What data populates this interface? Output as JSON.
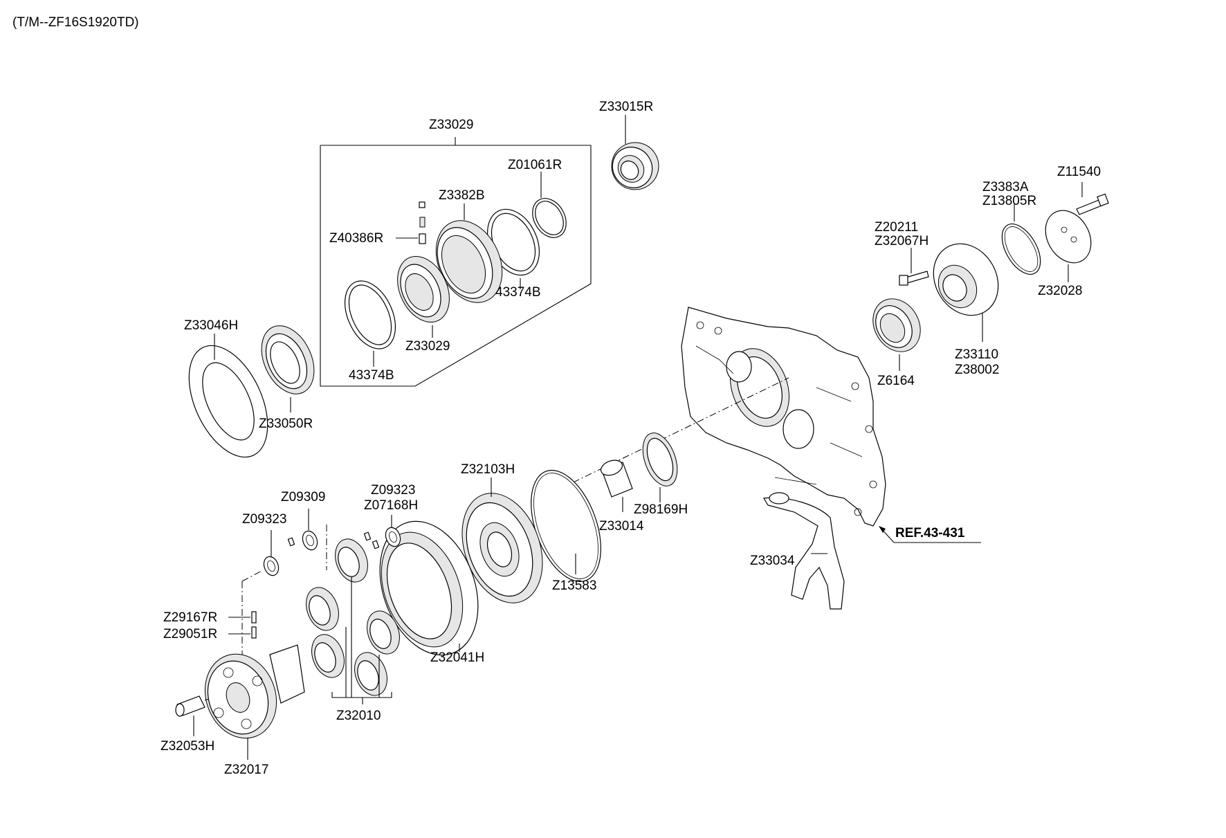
{
  "header": {
    "title": "(T/M--ZF16S1920TD)"
  },
  "reference": {
    "label": "REF.43-431"
  },
  "callouts": {
    "z33015r": "Z33015R",
    "z33029_top": "Z33029",
    "z01061r": "Z01061R",
    "z3382b": "Z3382B",
    "z40386r": "Z40386R",
    "b43374_right": "43374B",
    "z33029_inner": "Z33029",
    "b43374_left": "43374B",
    "z33046h": "Z33046H",
    "z33050r": "Z33050R",
    "z11540": "Z11540",
    "z3383a": "Z3383A",
    "z13805r": "Z13805R",
    "z20211": "Z20211",
    "z32067h": "Z32067H",
    "z32028": "Z32028",
    "z33110": "Z33110",
    "z38002": "Z38002",
    "z6164": "Z6164",
    "z32103h": "Z32103H",
    "z09309": "Z09309",
    "z09323_right": "Z09323",
    "z07168h": "Z07168H",
    "z09323_left": "Z09323",
    "z33014": "Z33014",
    "z98169h": "Z98169H",
    "z33034": "Z33034",
    "z13583": "Z13583",
    "z29167r": "Z29167R",
    "z29051r": "Z29051R",
    "z32041h": "Z32041H",
    "z32010": "Z32010",
    "z32053h": "Z32053H",
    "z32017": "Z32017"
  }
}
